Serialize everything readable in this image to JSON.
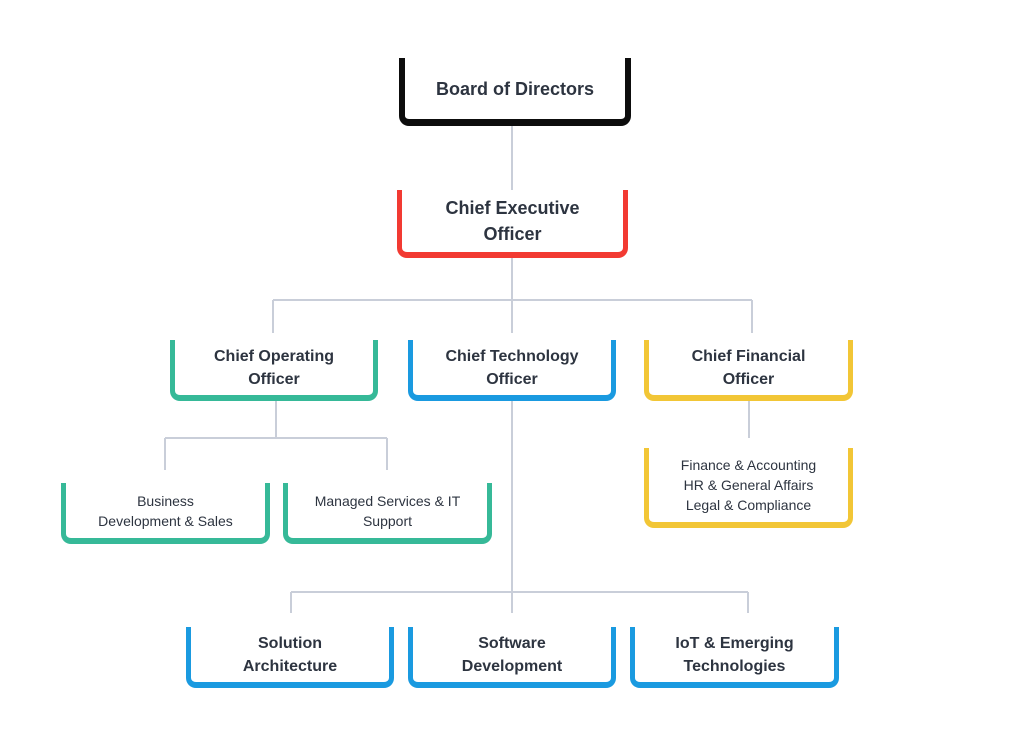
{
  "colors": {
    "board": "#0d0d0d",
    "ceo": "#f23a32",
    "operations": "#36b998",
    "technology": "#1a9ae0",
    "finance": "#f2c636",
    "connector": "#c9ced9",
    "text": "#2d3440"
  },
  "nodes": {
    "board": {
      "lines": [
        "Board of Directors"
      ]
    },
    "ceo": {
      "lines": [
        "Chief Executive",
        "Officer"
      ]
    },
    "coo": {
      "lines": [
        "Chief Operating",
        "Officer"
      ]
    },
    "cto": {
      "lines": [
        "Chief Technology",
        "Officer"
      ]
    },
    "cfo": {
      "lines": [
        "Chief Financial",
        "Officer"
      ]
    },
    "bizdev": {
      "lines": [
        "Business",
        "Development & Sales"
      ]
    },
    "managed": {
      "lines": [
        "Managed Services & IT",
        "Support"
      ]
    },
    "finance_group": {
      "lines": [
        "Finance & Accounting",
        "HR & General Affairs",
        "Legal & Compliance"
      ]
    },
    "solution": {
      "lines": [
        "Solution",
        "Architecture"
      ]
    },
    "software": {
      "lines": [
        "Software",
        "Development"
      ]
    },
    "iot": {
      "lines": [
        "IoT & Emerging",
        "Technologies"
      ]
    }
  }
}
